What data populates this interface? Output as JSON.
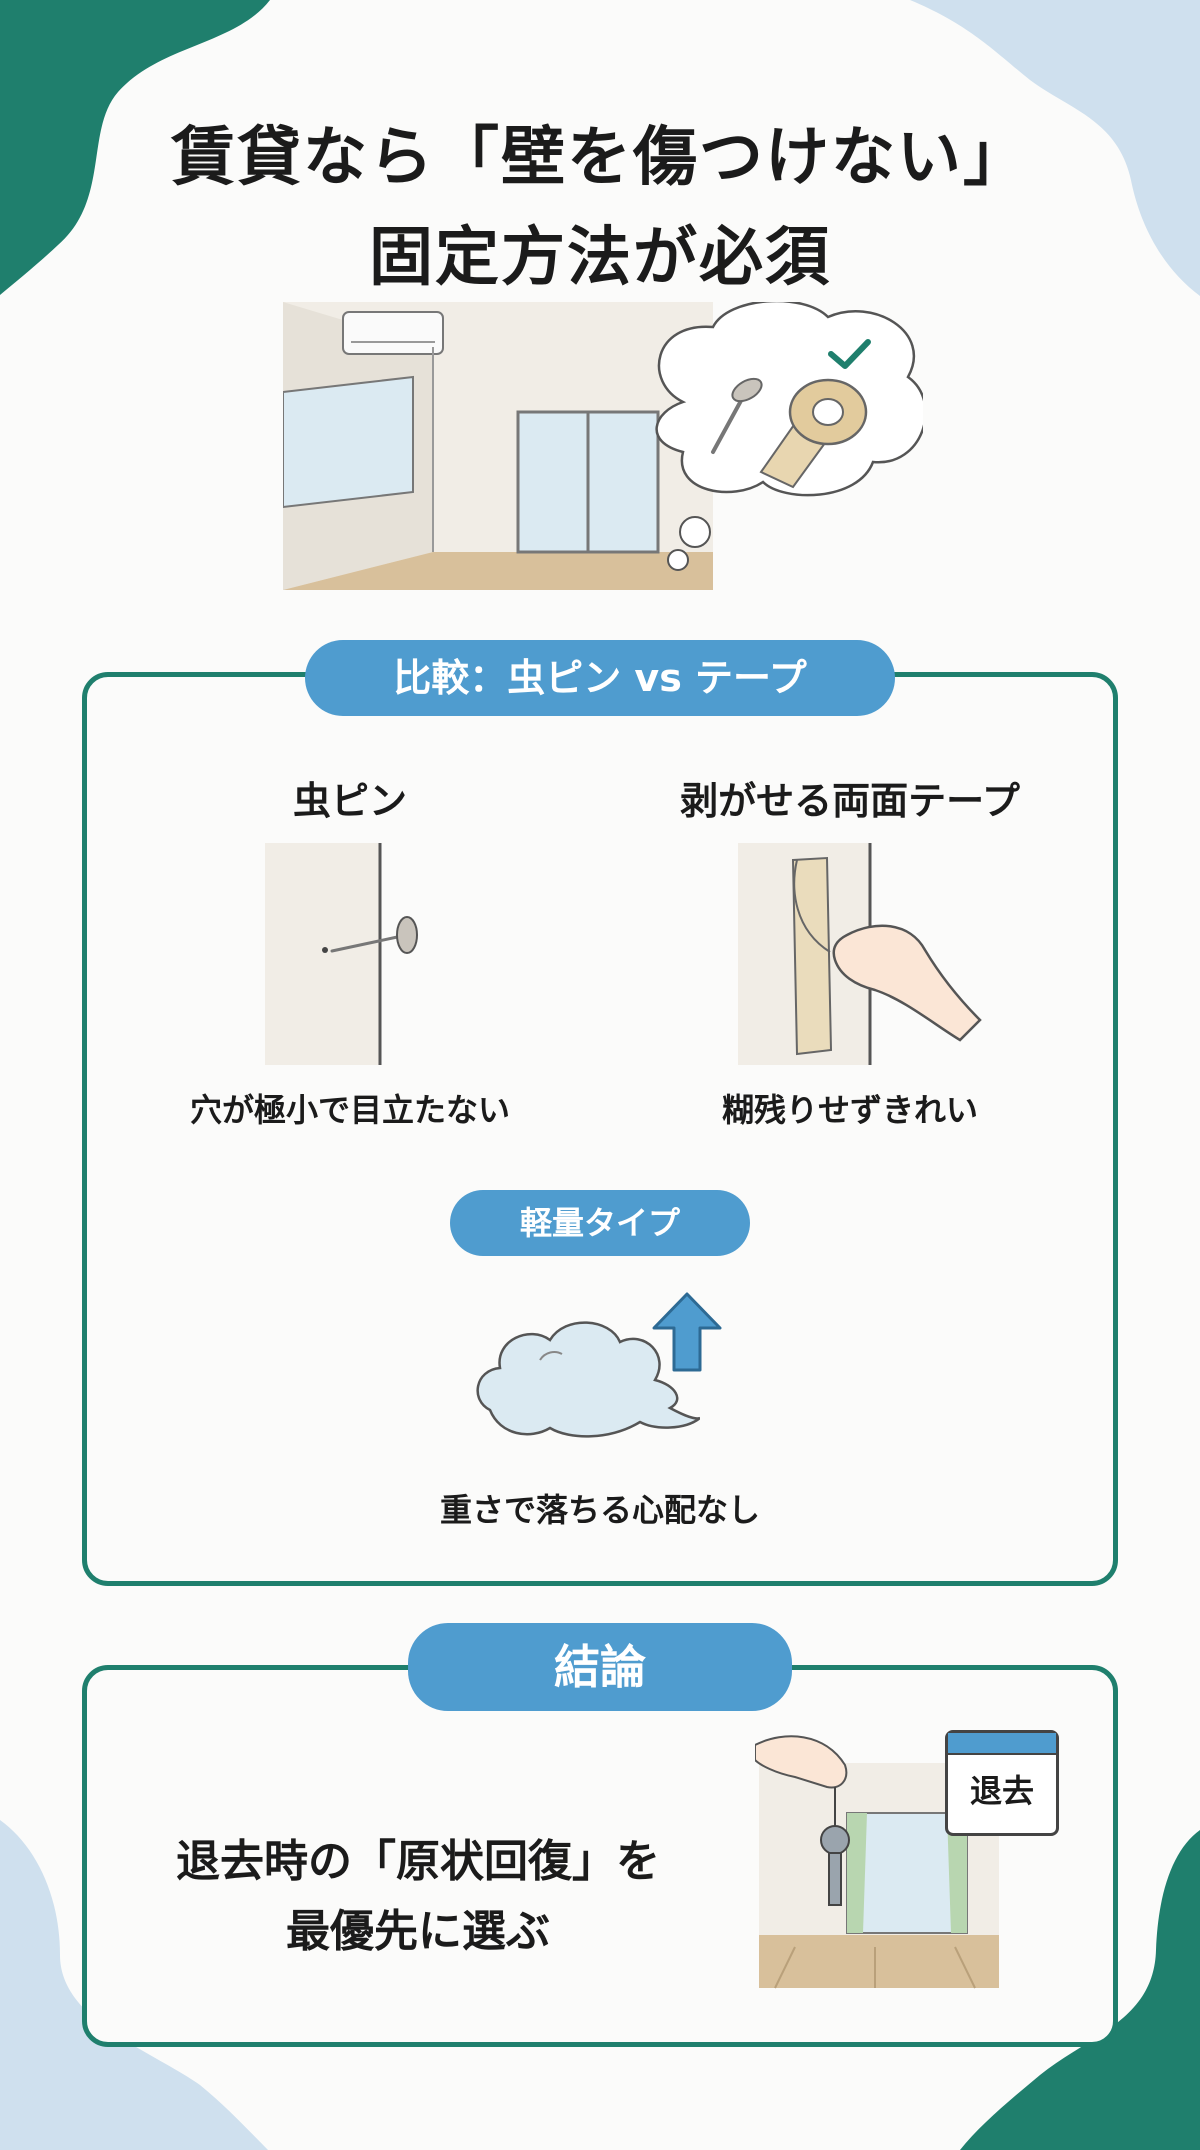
{
  "title": {
    "line1": "賃貸なら「壁を傷つけない」",
    "line2": "固定方法が必須"
  },
  "comparison": {
    "badge": "比較：虫ピン vs テープ",
    "pin": {
      "heading": "虫ピン",
      "caption": "穴が極小で目立たない"
    },
    "tape": {
      "heading": "剥がせる両面テープ",
      "caption": "糊残りせずきれい"
    },
    "light": {
      "badge": "軽量タイプ",
      "caption": "重さで落ちる心配なし"
    }
  },
  "conclusion": {
    "badge": "結論",
    "line1": "退去時の「原状回復」を",
    "line2": "最優先に選ぶ",
    "calendar_label": "退去"
  },
  "colors": {
    "green": "#1f7f6d",
    "blue": "#4f9ccf",
    "light_blue": "#cfe0ee"
  },
  "icons": [
    "pushpin-icon",
    "tape-roll-icon",
    "check-icon",
    "cloud-icon",
    "up-arrow-icon",
    "key-icon",
    "calendar-icon",
    "hand-icon"
  ]
}
